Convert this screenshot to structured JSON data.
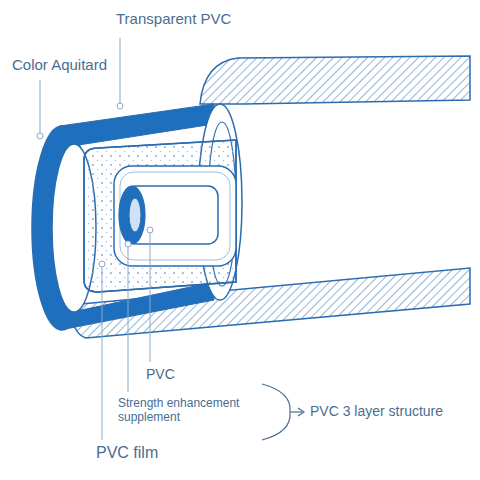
{
  "diagram": {
    "labels": [
      "Transparent PVC",
      "Color Aquitard",
      "PVC",
      "Strength enhancement supplement",
      "PVC 3 layer structure",
      "PVC film"
    ]
  }
}
